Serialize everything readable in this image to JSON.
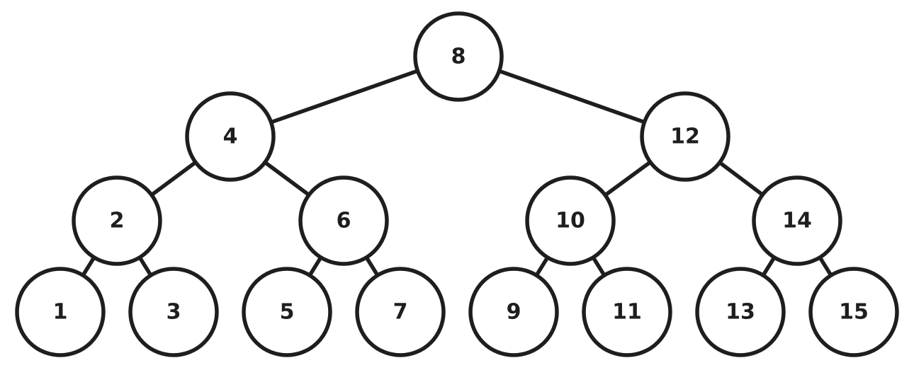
{
  "diagram": {
    "type": "binary-search-tree",
    "stroke_color": "#1e1e1e",
    "background": "#ffffff",
    "nodes": [
      {
        "id": "8",
        "label": "8",
        "level": 0,
        "index": 0
      },
      {
        "id": "4",
        "label": "4",
        "level": 1,
        "index": 0
      },
      {
        "id": "12",
        "label": "12",
        "level": 1,
        "index": 1
      },
      {
        "id": "2",
        "label": "2",
        "level": 2,
        "index": 0
      },
      {
        "id": "6",
        "label": "6",
        "level": 2,
        "index": 1
      },
      {
        "id": "10",
        "label": "10",
        "level": 2,
        "index": 2
      },
      {
        "id": "14",
        "label": "14",
        "level": 2,
        "index": 3
      },
      {
        "id": "1",
        "label": "1",
        "level": 3,
        "index": 0
      },
      {
        "id": "3",
        "label": "3",
        "level": 3,
        "index": 1
      },
      {
        "id": "5",
        "label": "5",
        "level": 3,
        "index": 2
      },
      {
        "id": "7",
        "label": "7",
        "level": 3,
        "index": 3
      },
      {
        "id": "9",
        "label": "9",
        "level": 3,
        "index": 4
      },
      {
        "id": "11",
        "label": "11",
        "level": 3,
        "index": 5
      },
      {
        "id": "13",
        "label": "13",
        "level": 3,
        "index": 6
      },
      {
        "id": "15",
        "label": "15",
        "level": 3,
        "index": 7
      }
    ],
    "edges": [
      [
        "8",
        "4"
      ],
      [
        "8",
        "12"
      ],
      [
        "4",
        "2"
      ],
      [
        "4",
        "6"
      ],
      [
        "12",
        "10"
      ],
      [
        "12",
        "14"
      ],
      [
        "2",
        "1"
      ],
      [
        "2",
        "3"
      ],
      [
        "6",
        "5"
      ],
      [
        "6",
        "7"
      ],
      [
        "10",
        "9"
      ],
      [
        "10",
        "11"
      ],
      [
        "14",
        "13"
      ],
      [
        "14",
        "15"
      ]
    ]
  }
}
